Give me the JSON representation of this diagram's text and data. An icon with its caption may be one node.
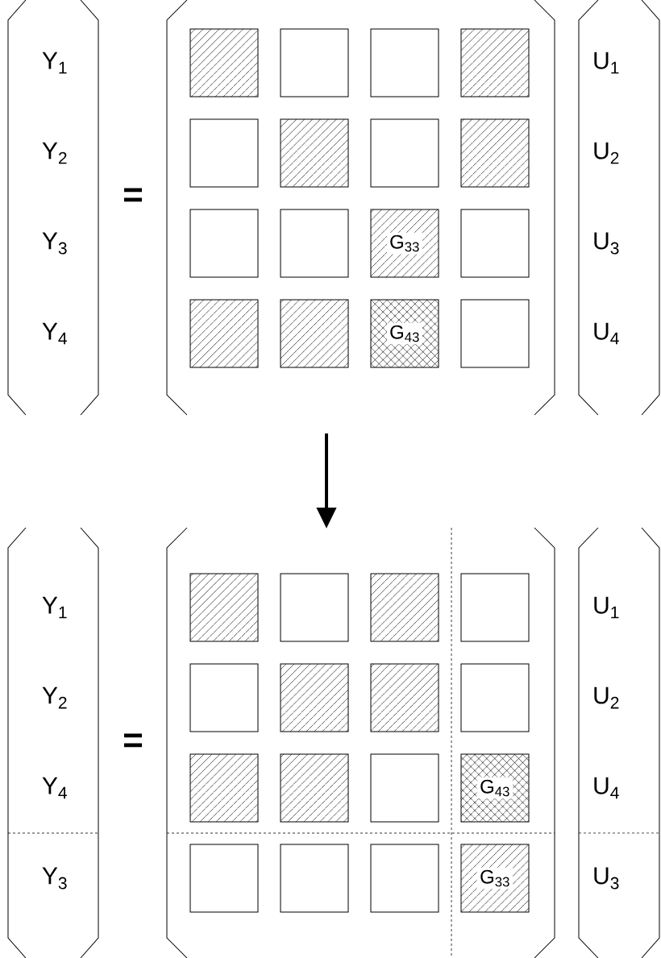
{
  "diagram": {
    "nodes": [
      {
        "text": [],
        "shape": "box"
      },
      {
        "text": [],
        "shape": "box"
      },
      {
        "text": [],
        "shape": "box"
      },
      {
        "text": [],
        "shape": "box"
      },
      {
        "text": [],
        "shape": "box"
      },
      {
        "text": [],
        "shape": "box"
      },
      {
        "text": [],
        "shape": "box"
      },
      {
        "text": [],
        "shape": "box"
      },
      {
        "text": [],
        "shape": "box"
      },
      {
        "text": [],
        "shape": "box"
      },
      {
        "text": [
          "G$_{33}$"
        ]
      },
      {
        "text": [],
        "shape": "box"
      },
      {
        "text": [],
        "shape": "box"
      },
      {
        "text": [],
        "shape": "box"
      },
      {
        "text": [
          "G$_{43}$"
        ]
      },
      {
        "text": [],
        "shape": "box"
      },
      {
        "text": [],
        "shape": "box"
      },
      {
        "text": [],
        "shape": "box"
      },
      {
        "text": [],
        "shape": "box"
      },
      {
        "text": [],
        "shape": "box"
      },
      {
        "text": [],
        "shape": "box"
      },
      {
        "text": [],
        "shape": "box"
      },
      {
        "text": [],
        "shape": "box"
      },
      {
        "text": [],
        "shape": "box"
      },
      {
        "text": [],
        "shape": "box"
      },
      {
        "text": [],
        "shape": "box"
      },
      {
        "text": [],
        "shape": "box"
      },
      {
        "text": [
          "G$_{43}$"
        ]
      },
      {
        "text": [],
        "shape": "box"
      },
      {
        "text": [],
        "shape": "box"
      },
      {
        "text": [],
        "shape": "box"
      },
      {
        "text": [
          "G$_{33}$"
        ]
      }
    ],
    "labels": [
      "Y$_{1}$",
      "Y$_{2}$",
      "Y$_{3}$",
      "Y$_{4}$",
      "=",
      "U$_{1}$",
      "U$_{2}$",
      "U$_{3}$",
      "U$_{4}$",
      "Y$_{1}$",
      "Y$_{2}$",
      "Y$_{4}$",
      "Y$_{3}$",
      "=",
      "U$_{1}$",
      "U$_{2}$",
      "U$_{4}$",
      "U$_{3}$"
    ]
  }
}
